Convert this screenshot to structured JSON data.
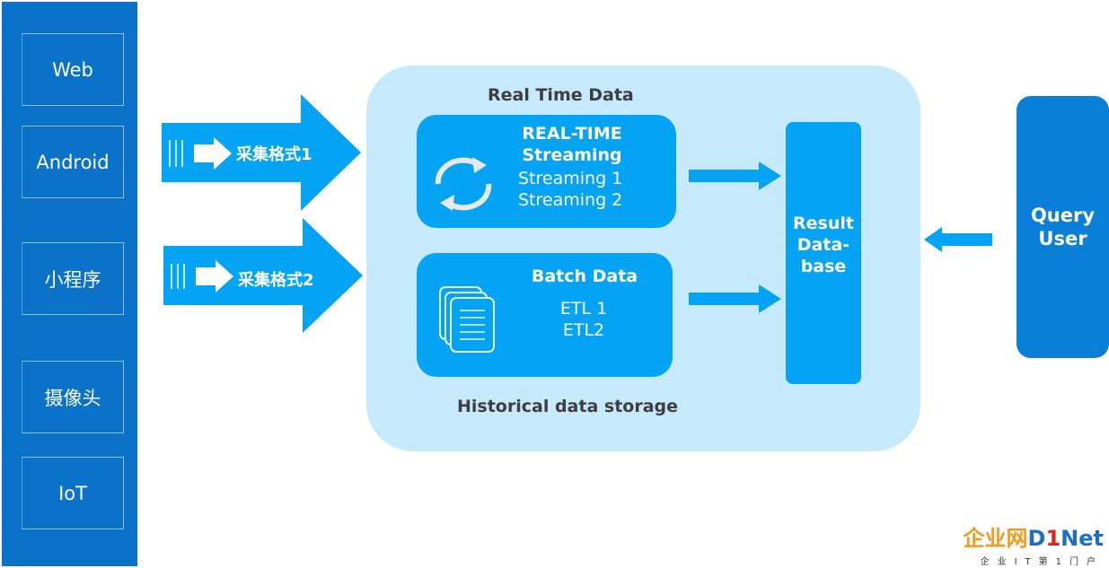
{
  "sources": [
    "Web",
    "Android",
    "小程序",
    "摄像头",
    "IoT"
  ],
  "inputs": [
    {
      "label": "采集格式1"
    },
    {
      "label": "采集格式2"
    }
  ],
  "central": {
    "top_title": "Real Time Data",
    "bottom_title": "Historical data storage",
    "realtime": {
      "title_line1": "REAL-TIME",
      "title_line2": "Streaming",
      "items": [
        "Streaming 1",
        "Streaming 2"
      ]
    },
    "batch": {
      "title": "Batch Data",
      "items": [
        "ETL 1",
        "ETL2"
      ]
    }
  },
  "result_db": {
    "line1": "Result",
    "line2": "Data-",
    "line3": "base"
  },
  "query_user": {
    "line1": "Query",
    "line2": "User"
  },
  "logo": {
    "main_a": "企业网",
    "main_b": "D",
    "main_c": "1",
    "main_d": "Net",
    "sub": "企业IT第1门户"
  },
  "colors": {
    "source_panel": "#0a73c9",
    "arrow": "#04a3f4",
    "central_bg": "#c6e9fb",
    "box": "#04a3f4",
    "query_box": "#0a7fd8"
  }
}
